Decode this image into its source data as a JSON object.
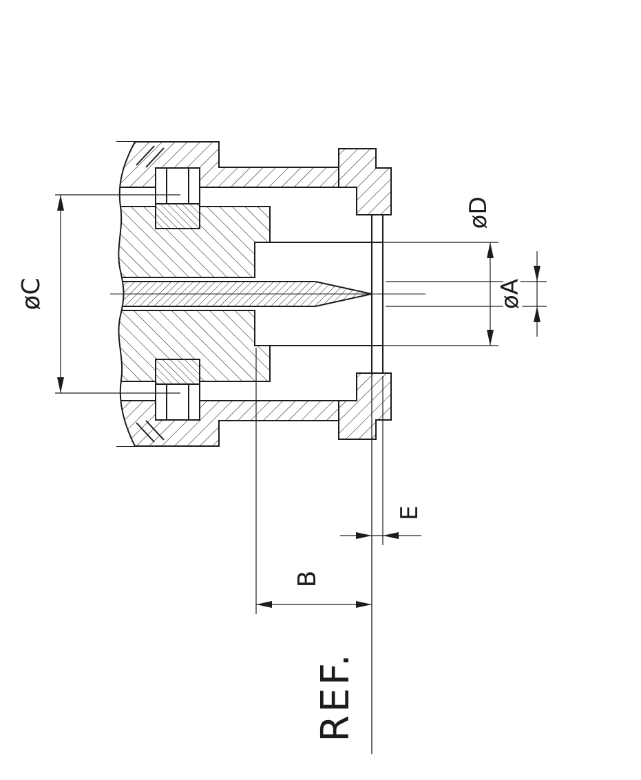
{
  "drawing": {
    "kind": "engineering-cross-section",
    "background": "#ffffff",
    "line_color": "#1c1c1c",
    "labels": {
      "dia_c": "øC",
      "dia_d": "øD",
      "dia_a": "øA",
      "dim_e": "E",
      "dim_b": "B",
      "ref": "REF."
    }
  }
}
